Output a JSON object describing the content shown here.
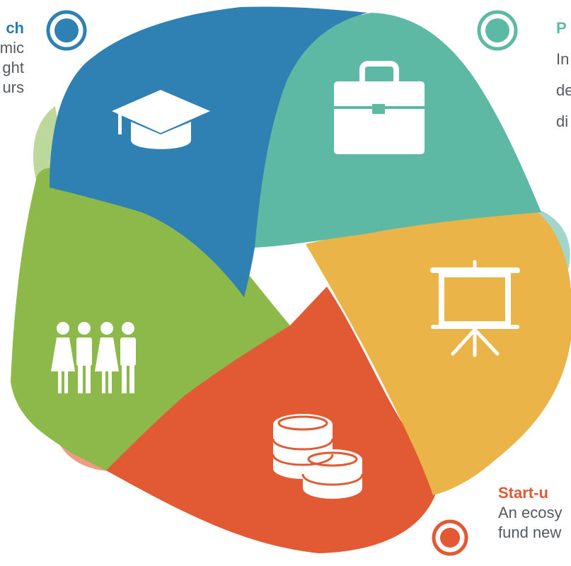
{
  "colors": {
    "blue": "#2f80b3",
    "teal": "#5db8a4",
    "yellow": "#ebb449",
    "orange": "#e25a33",
    "green": "#8db84a",
    "text": "#555a5f"
  },
  "blocks": [
    {
      "id": "research",
      "color": "#2b7bb0",
      "heading": "ch",
      "lines": [
        "mic",
        "ght",
        "urs"
      ]
    },
    {
      "id": "professional",
      "color": "#5db8a4",
      "heading": "P",
      "lines": [
        "In",
        "de",
        "di"
      ]
    },
    {
      "id": "startup",
      "color": "#e05a34",
      "heading": "Start-u",
      "lines": [
        "An ecosy",
        "fund new"
      ]
    }
  ],
  "segments": [
    {
      "id": "blue",
      "icon": "graduation-cap-icon"
    },
    {
      "id": "teal",
      "icon": "briefcase-icon"
    },
    {
      "id": "yellow",
      "icon": "presentation-board-icon"
    },
    {
      "id": "orange",
      "icon": "coin-stacks-icon"
    },
    {
      "id": "green",
      "icon": "people-group-icon"
    }
  ]
}
